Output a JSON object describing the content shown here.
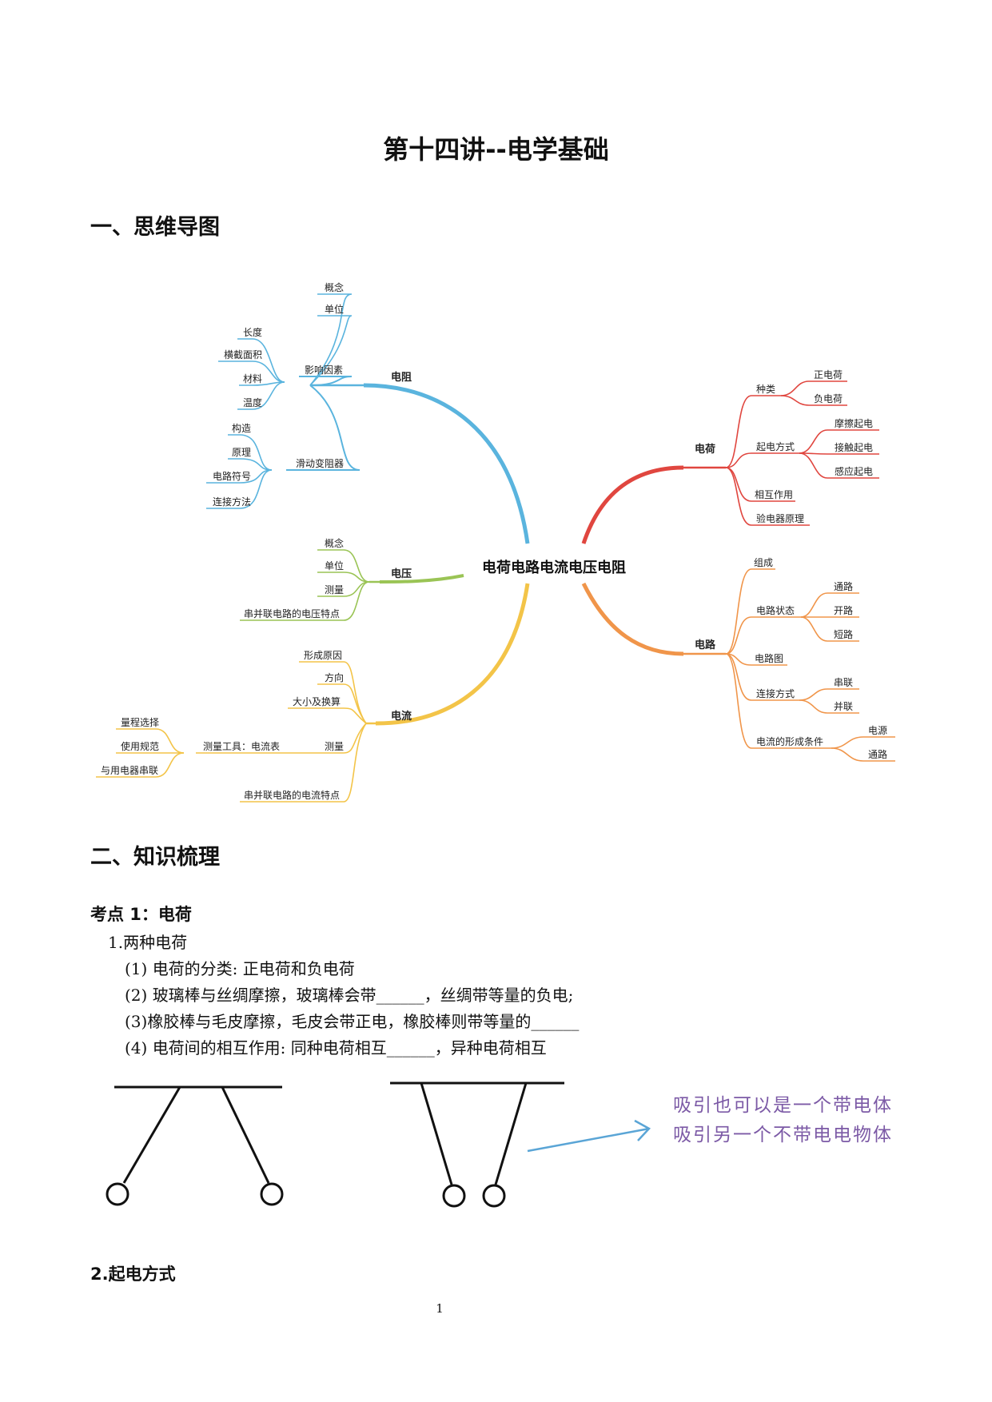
{
  "title": "第十四讲--电学基础",
  "section1_heading": "一、思维导图",
  "section2_heading": "二、知识梳理",
  "mindmap": {
    "center": "电荷电路电流电压电阻",
    "dianzu": {
      "label": "电阻",
      "gainian": "概念",
      "danwei": "单位",
      "yingxiang": "影响因素",
      "changdu": "长度",
      "hengjie": "横截面积",
      "cailiao": "材料",
      "wendu": "温度",
      "huadong": "滑动变阻器",
      "gouzao": "构造",
      "yuanli": "原理",
      "fuhao": "电路符号",
      "lianjie": "连接方法"
    },
    "dianya": {
      "label": "电压",
      "gainian": "概念",
      "danwei": "单位",
      "celiang": "测量",
      "tedian": "串并联电路的电压特点"
    },
    "dianliu": {
      "label": "电流",
      "chengyin": "形成原因",
      "fangxiang": "方向",
      "daxiao": "大小及换算",
      "celiang": "测量",
      "gongju": "测量工具：电流表",
      "liangcheng": "量程选择",
      "guifan": "使用规范",
      "chuanlian": "与用电器串联",
      "tedian": "串并联电路的电流特点"
    },
    "dianhe": {
      "label": "电荷",
      "zhonglei": "种类",
      "zheng": "正电荷",
      "fu": "负电荷",
      "qidian": "起电方式",
      "moca": "摩擦起电",
      "jiechu": "接触起电",
      "ganying": "感应起电",
      "xianghu": "相互作用",
      "yandianqi": "验电器原理"
    },
    "dianlu": {
      "label": "电路",
      "zucheng": "组成",
      "zhuangtai": "电路状态",
      "tonglu": "通路",
      "kailu": "开路",
      "duanlu": "短路",
      "dianlutu": "电路图",
      "fangshi": "连接方式",
      "chuan": "串联",
      "bing": "并联",
      "tiaojian": "电流的形成条件",
      "dianyuan": "电源",
      "tonglu2": "通路"
    }
  },
  "kaodian1": "考点 1：电荷",
  "item1": "1.两种电荷",
  "points": [
    "(1) 电荷的分类: 正电荷和负电荷",
    "(2) 玻璃棒与丝绸摩擦，玻璃棒会带______，丝绸带等量的负电;",
    "(3)橡胶棒与毛皮摩擦，毛皮会带正电，橡胶棒则带等量的______",
    "(4) 电荷间的相互作用: 同种电荷相互______，异种电荷相互"
  ],
  "annotation_line1": "吸引也可以是一个带电体",
  "annotation_line2": "吸引另一个不带电电物体",
  "heading2": "2.起电方式",
  "page_number": "1",
  "colors": {
    "dianzu": "#5ab4de",
    "dianya": "#9ac455",
    "dianliu": "#f3c448",
    "dianhe": "#e0463f",
    "dianlu": "#f0954a",
    "annotation": "#7c5aa6",
    "arrow": "#5aa5d6"
  }
}
